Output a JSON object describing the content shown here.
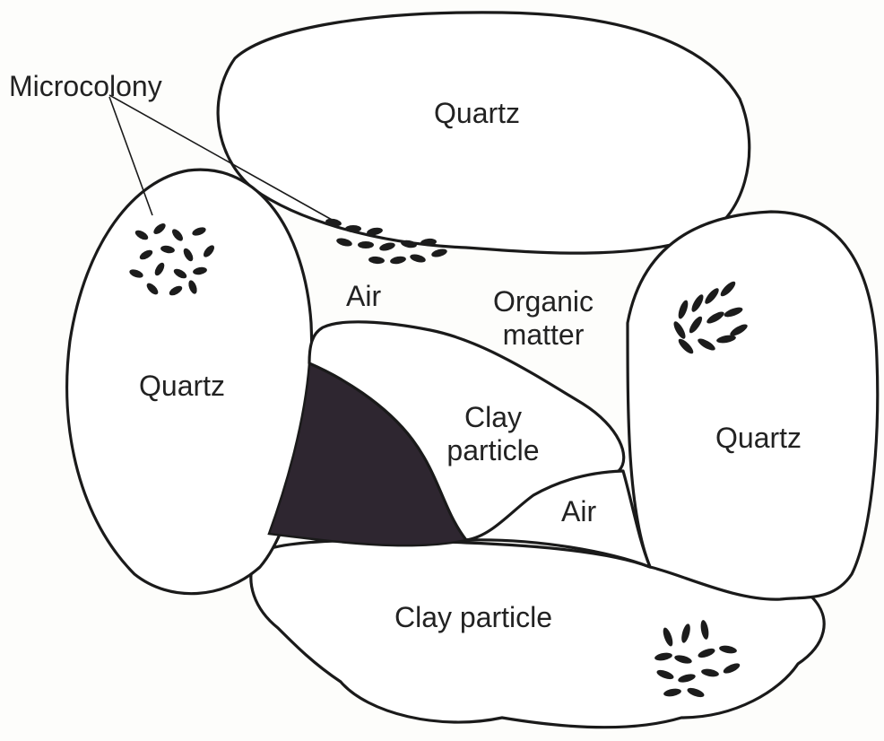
{
  "labels": {
    "microcolony": "Microcolony",
    "quartz_top": "Quartz",
    "quartz_left": "Quartz",
    "quartz_right": "Quartz",
    "air_upper": "Air",
    "organic_line1": "Organic",
    "organic_line2": "matter",
    "clay_center_line1": "Clay",
    "clay_center_line2": "particle",
    "air_lower": "Air",
    "clay_bottom": "Clay particle"
  },
  "colors": {
    "outline": "#1a1a1a",
    "dark_region": "#2e2630",
    "background": "#fdfdfb"
  },
  "icons": [
    "microcolony-cluster-icon"
  ]
}
